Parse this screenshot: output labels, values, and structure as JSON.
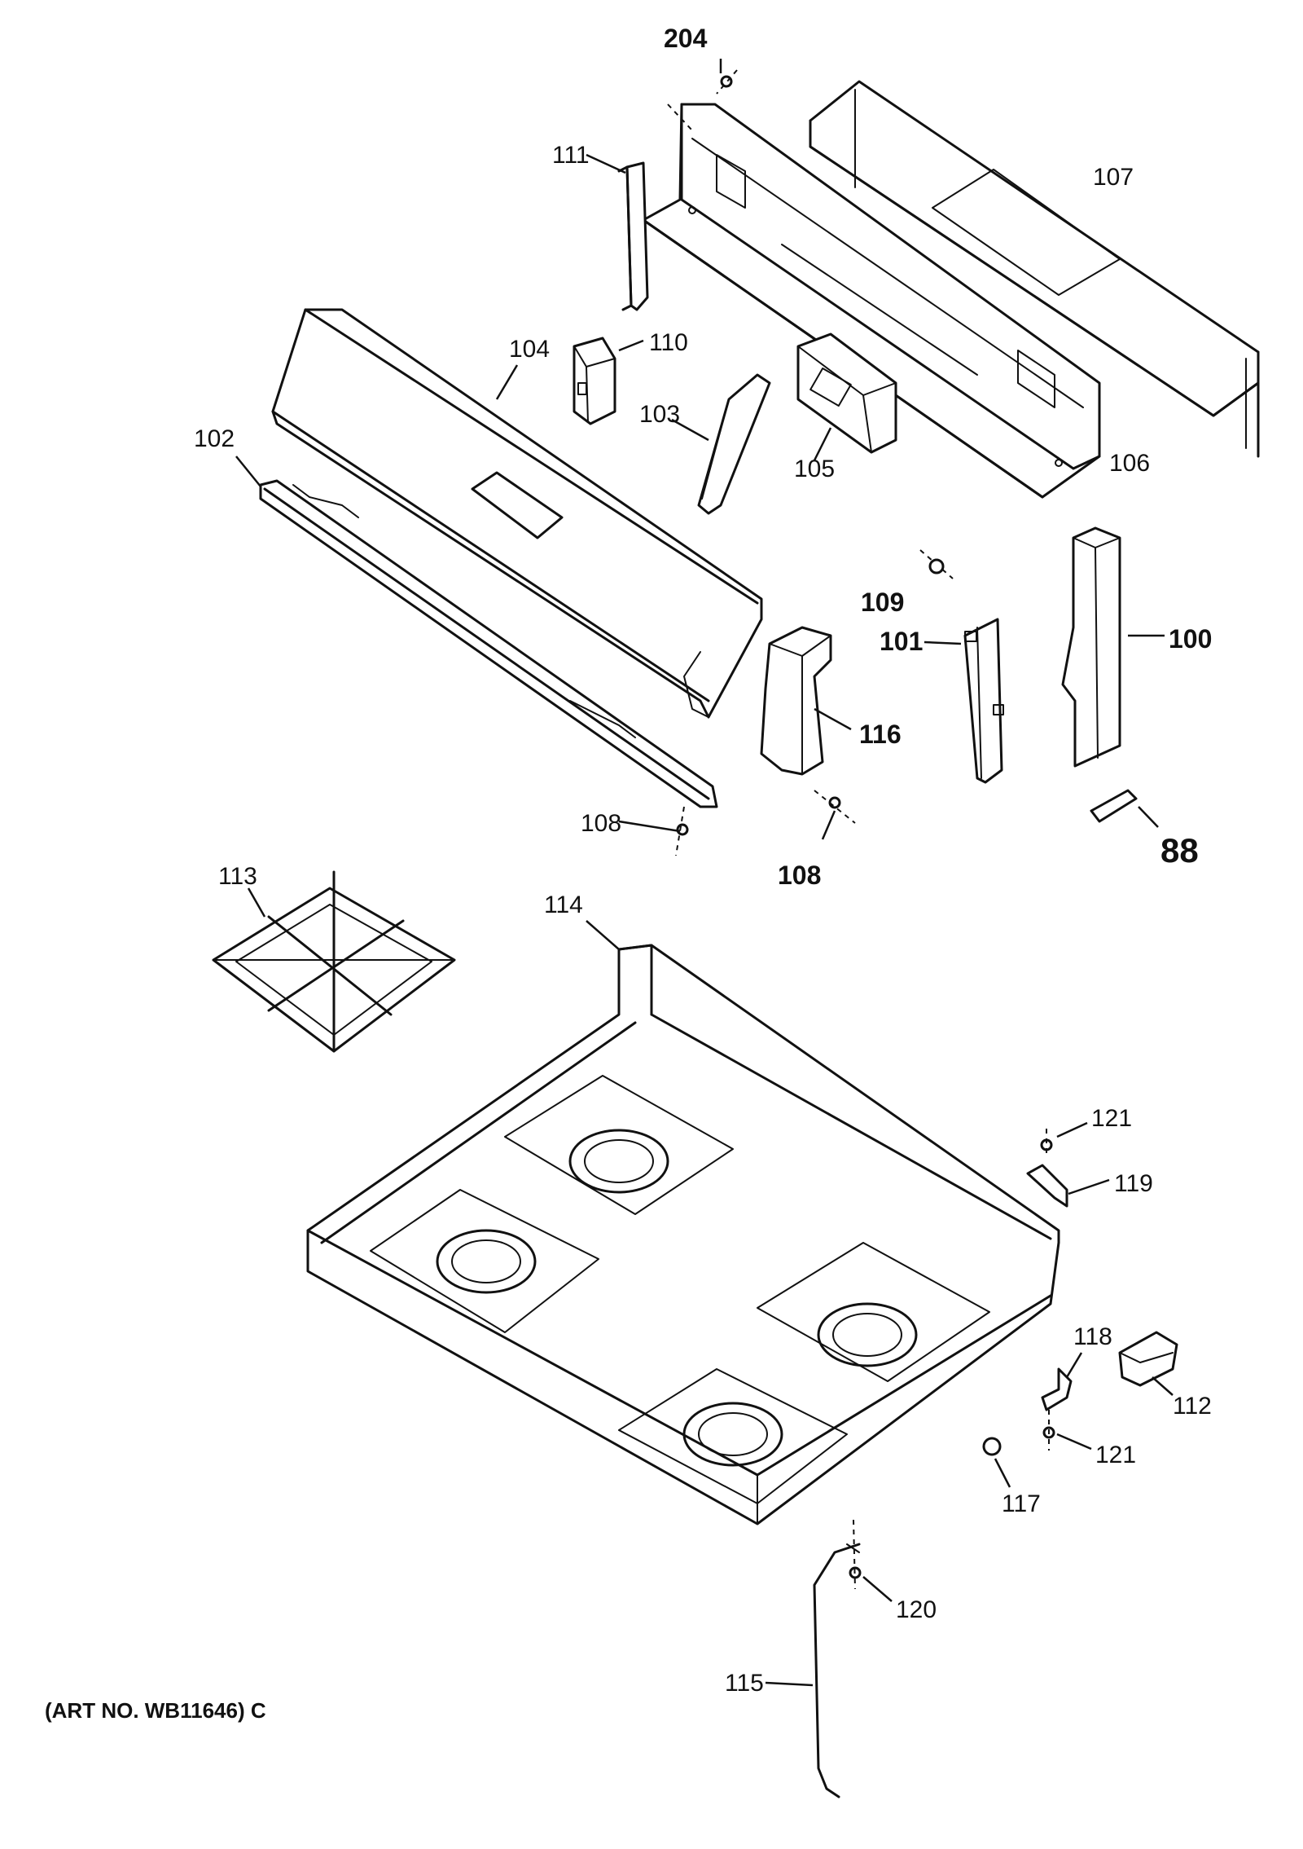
{
  "parts": [
    {
      "id": "p204",
      "label": "204"
    },
    {
      "id": "p111",
      "label": "111"
    },
    {
      "id": "p107",
      "label": "107"
    },
    {
      "id": "p110",
      "label": "110"
    },
    {
      "id": "p104",
      "label": "104"
    },
    {
      "id": "p103",
      "label": "103"
    },
    {
      "id": "p105",
      "label": "105"
    },
    {
      "id": "p106",
      "label": "106"
    },
    {
      "id": "p102",
      "label": "102"
    },
    {
      "id": "p109",
      "label": "109"
    },
    {
      "id": "p101",
      "label": "101"
    },
    {
      "id": "p100",
      "label": "100"
    },
    {
      "id": "p116",
      "label": "116"
    },
    {
      "id": "p108a",
      "label": "108"
    },
    {
      "id": "p108b",
      "label": "108"
    },
    {
      "id": "p88",
      "label": "88"
    },
    {
      "id": "p113",
      "label": "113"
    },
    {
      "id": "p114",
      "label": "114"
    },
    {
      "id": "p121a",
      "label": "121"
    },
    {
      "id": "p119",
      "label": "119"
    },
    {
      "id": "p118",
      "label": "118"
    },
    {
      "id": "p112",
      "label": "112"
    },
    {
      "id": "p121b",
      "label": "121"
    },
    {
      "id": "p117",
      "label": "117"
    },
    {
      "id": "p120",
      "label": "120"
    },
    {
      "id": "p115",
      "label": "115"
    }
  ],
  "art_number": "(ART NO. WB11646) C"
}
